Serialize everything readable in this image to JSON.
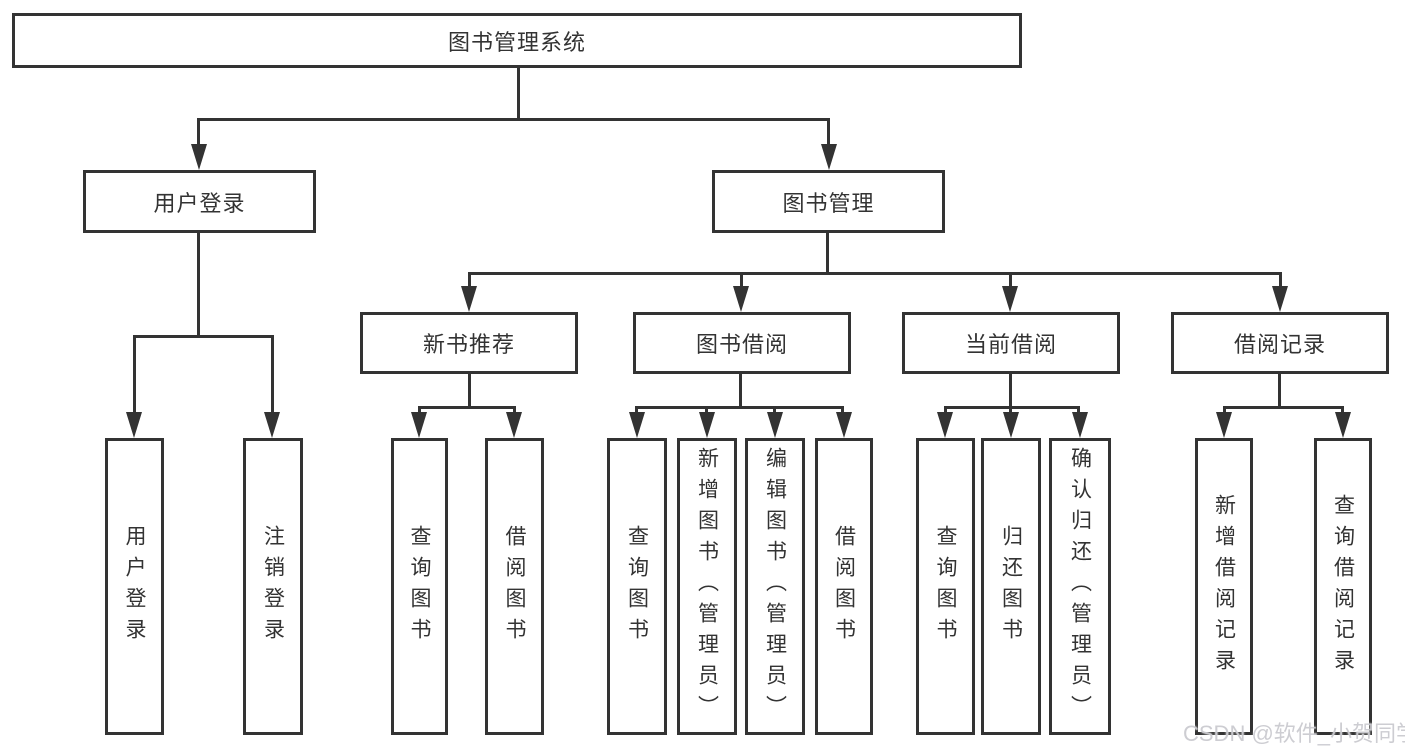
{
  "watermark": "CSDN @软件_小贺同学",
  "colors": {
    "line": "#333333",
    "text": "#333333",
    "background": "#ffffff",
    "watermark": "#c9c9ce"
  },
  "tree": {
    "root": {
      "label": "图书管理系统"
    },
    "branches": [
      {
        "label": "用户登录",
        "children": [
          {
            "label": "用户登录"
          },
          {
            "label": "注销登录"
          }
        ]
      },
      {
        "label": "图书管理",
        "children": [
          {
            "label": "新书推荐",
            "children": [
              {
                "label": "查询图书"
              },
              {
                "label": "借阅图书"
              }
            ]
          },
          {
            "label": "图书借阅",
            "children": [
              {
                "label": "查询图书"
              },
              {
                "label": "新增图书（管理员）"
              },
              {
                "label": "编辑图书（管理员）"
              },
              {
                "label": "借阅图书"
              }
            ]
          },
          {
            "label": "当前借阅",
            "children": [
              {
                "label": "查询图书"
              },
              {
                "label": "归还图书"
              },
              {
                "label": "确认归还（管理员）"
              }
            ]
          },
          {
            "label": "借阅记录",
            "children": [
              {
                "label": "新增借阅记录"
              },
              {
                "label": "查询借阅记录"
              }
            ]
          }
        ]
      }
    ]
  }
}
